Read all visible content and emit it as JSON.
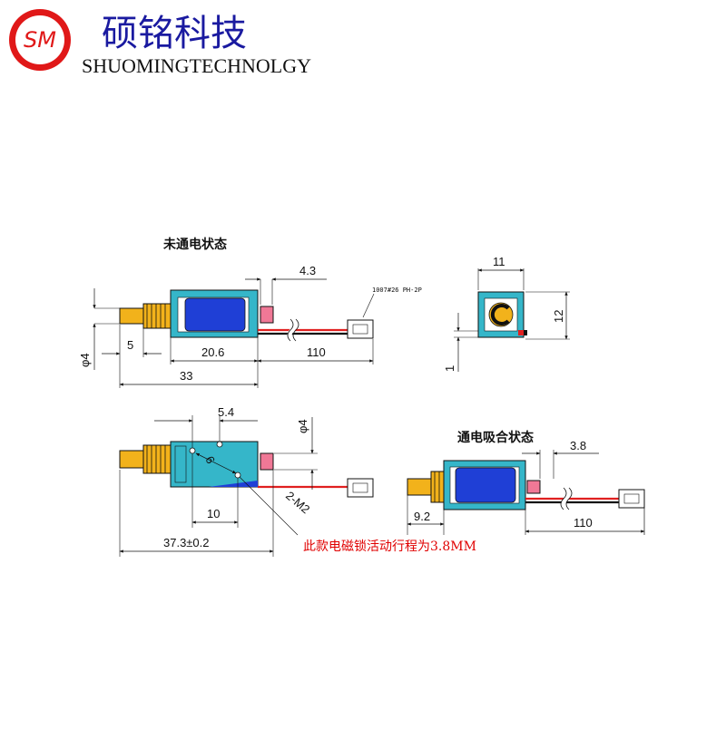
{
  "header": {
    "logo_text": "SM",
    "brand_cn": "硕铭科技",
    "brand_en": "SHUOMINGTECHNOLGY"
  },
  "views": {
    "off_state": {
      "title": "未通电状态",
      "dim_stroke_label": "4.3",
      "dim_pin_diameter": "φ4",
      "dim_pin_length": "5",
      "dim_body_length": "20.6",
      "dim_total_length": "33",
      "dim_wire_length": "110",
      "connector_label": "1007#26 PH-2P"
    },
    "end_view": {
      "dim_width": "11",
      "dim_height": "12",
      "dim_offset": "1"
    },
    "bottom_view": {
      "dim_hole_spacing": "5.4",
      "dim_pin_diameter": "φ4",
      "dim_hole_distance": "6",
      "dim_mount_offset": "10",
      "dim_thread": "2-M2",
      "dim_total_length": "37.3±0.2"
    },
    "on_state": {
      "title": "通电吸合状态",
      "dim_stroke": "3.8",
      "dim_pin_length": "9.2",
      "dim_wire_length": "110"
    }
  },
  "note": "此款电磁锁活动行程为3.8MM",
  "colors": {
    "frame": "#35b6c9",
    "coil": "#1f3fd6",
    "brass": "#f2b21b",
    "plunger_tip": "#f07896",
    "wire_red": "#e02020",
    "wire_black": "#111111",
    "logo_red": "#e01818",
    "brand_blue": "#1a1aa0",
    "note_red": "#e00000"
  }
}
